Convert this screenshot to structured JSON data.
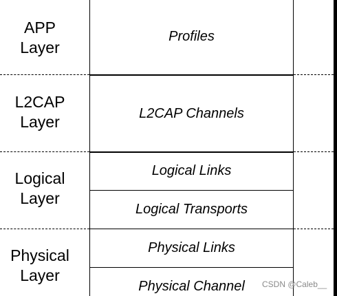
{
  "layers": [
    {
      "line1": "APP",
      "line2": "Layer"
    },
    {
      "line1": "L2CAP",
      "line2": "Layer"
    },
    {
      "line1": "Logical",
      "line2": "Layer"
    },
    {
      "line1": "Physical",
      "line2": "Layer"
    }
  ],
  "boxes": [
    {
      "label": "Profiles"
    },
    {
      "label": "L2CAP Channels"
    },
    {
      "label": "Logical Links"
    },
    {
      "label": "Logical Transports"
    },
    {
      "label": "Physical Links"
    },
    {
      "label": "Physical Channel"
    }
  ],
  "watermark": "CSDN @Caleb__"
}
